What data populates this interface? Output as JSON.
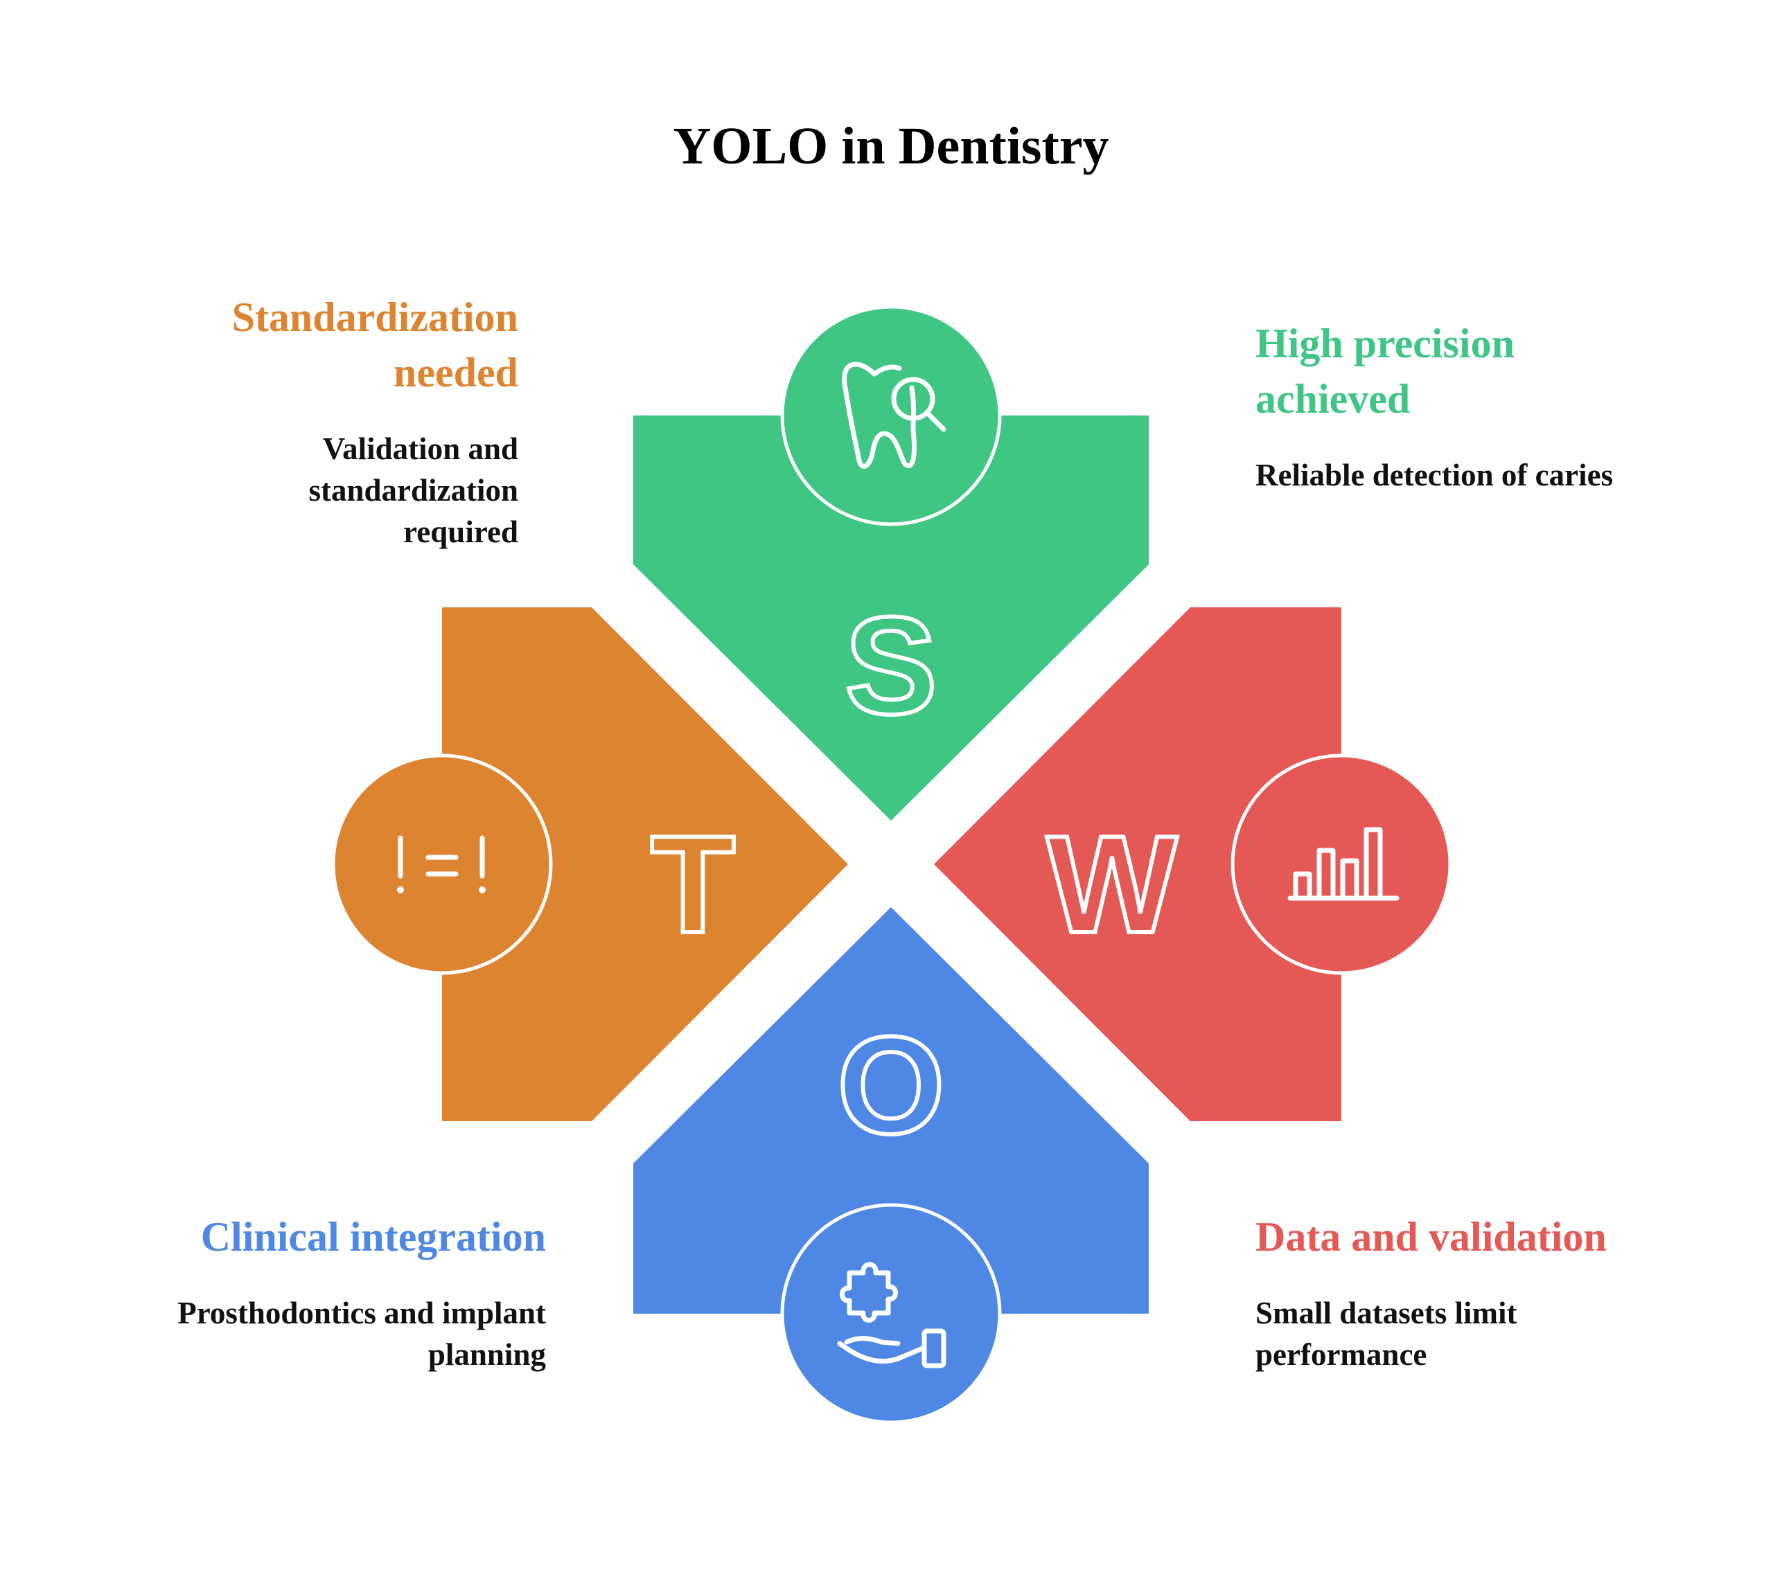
{
  "title": "YOLO in Dentistry",
  "colors": {
    "strengths": "#3FC584",
    "weaknesses": "#E45855",
    "opportunities": "#4E88E4",
    "threats": "#DD8431"
  },
  "quadrants": {
    "strengths": {
      "letter": "S",
      "heading": "High precision achieved",
      "description": "Reliable detection of caries",
      "icon": "tooth-search-icon"
    },
    "weaknesses": {
      "letter": "W",
      "heading": "Data and validation",
      "description": "Small datasets limit performance",
      "icon": "bar-chart-icon"
    },
    "opportunities": {
      "letter": "O",
      "heading": "Clinical integration",
      "description": "Prosthodontics and implant planning",
      "icon": "hand-puzzle-icon"
    },
    "threats": {
      "letter": "T",
      "heading": "Standardization needed",
      "description": "Validation and standardization required",
      "icon": "not-equal-icon"
    }
  }
}
